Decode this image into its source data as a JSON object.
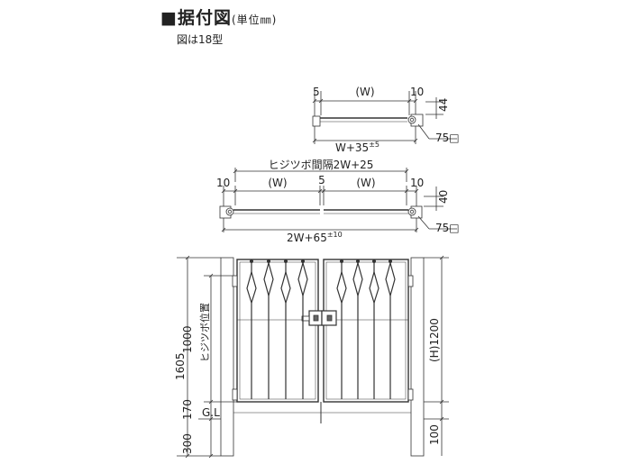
{
  "header": {
    "title": "■据付図",
    "unit": "(単位㎜)",
    "subtitle": "図は18型"
  },
  "single_plan": {
    "dim_left": "5",
    "dim_center": "(W)",
    "dim_right": "10",
    "dim_total": "W+35",
    "tolerance": "±5",
    "depth": "44",
    "post_size": "75□"
  },
  "double_plan": {
    "span_label": "ヒジツボ間隔2W+25",
    "dim_left": "10",
    "dim_w1": "(W)",
    "dim_mid": "5",
    "dim_w2": "(W)",
    "dim_right": "10",
    "dim_total": "2W+65",
    "tolerance": "±10",
    "depth": "40",
    "post_size": "75□"
  },
  "elevation": {
    "total_height": "1605",
    "hinge_height": "1000",
    "hinge_label": "ヒジツボ位置",
    "bottom_gap": "170",
    "embed_depth": "300",
    "ground_label": "G.L",
    "gate_height": "(H)1200",
    "post_embed": "100"
  }
}
